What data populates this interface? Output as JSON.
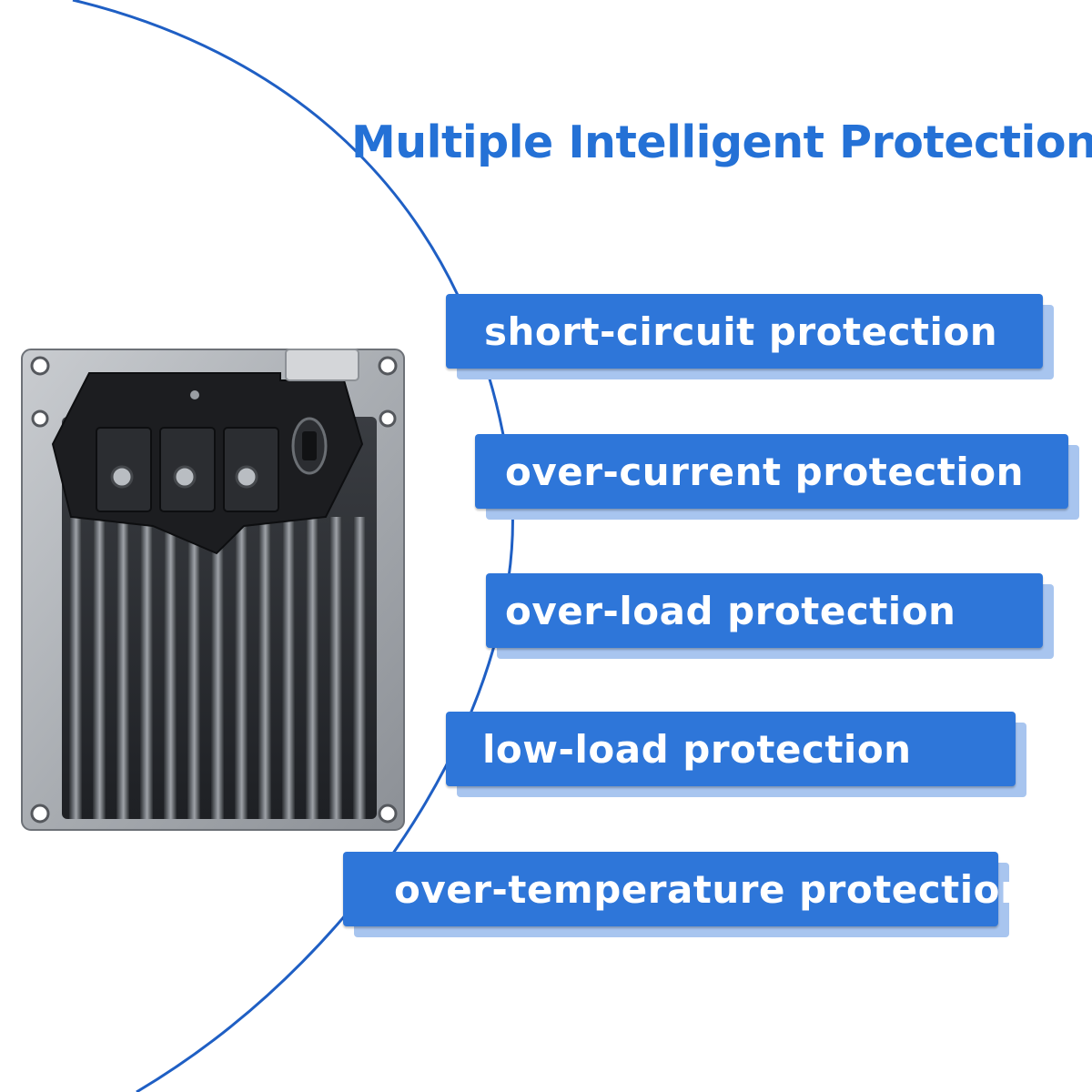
{
  "header": {
    "title": "Multiple Intelligent Protection"
  },
  "features": [
    {
      "label": "short-circuit protection"
    },
    {
      "label": "over-current protection"
    },
    {
      "label": "over-load protection"
    },
    {
      "label": "low-load protection"
    },
    {
      "label": "over-temperature protection"
    }
  ],
  "colors": {
    "accent": "#2e76d9",
    "title": "#2471d6",
    "arc": "#1f5fc4",
    "shadow": "#a8c5ef"
  }
}
